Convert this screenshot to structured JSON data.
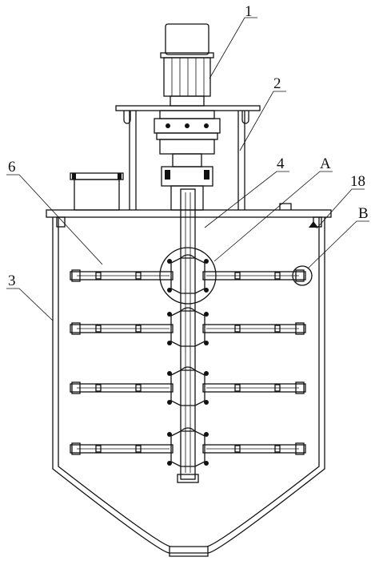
{
  "labels": {
    "l1": "1",
    "l2": "2",
    "l4": "4",
    "lA": "A",
    "l18": "18",
    "l6": "6",
    "lB": "B",
    "l3": "3"
  }
}
